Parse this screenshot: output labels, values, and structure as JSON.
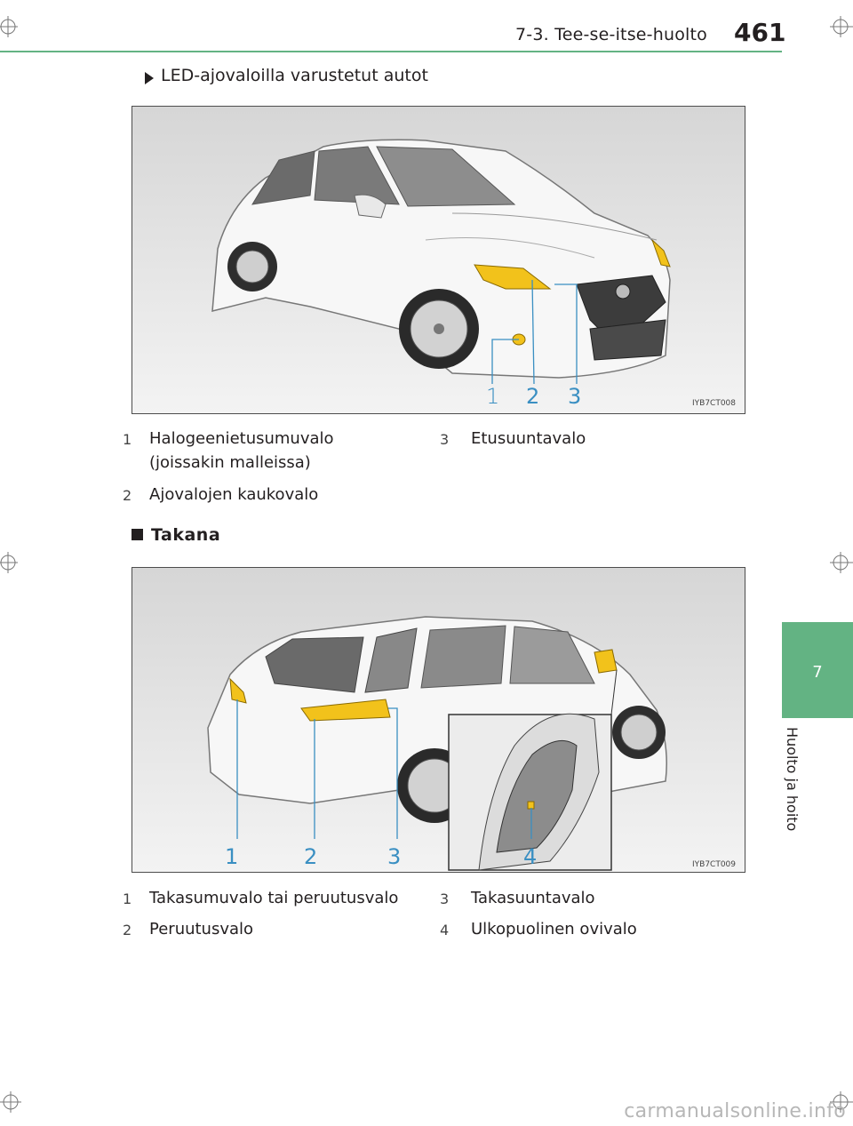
{
  "header": {
    "section": "7-3. Tee-se-itse-huolto",
    "page_number": "461"
  },
  "side_tab": {
    "chapter_number": "7",
    "chapter_title": "Huolto ja hoito"
  },
  "subheading": "LED-ajovaloilla varustetut autot",
  "figure1": {
    "code": "IYB7CT008",
    "callouts": [
      "1",
      "2",
      "3"
    ],
    "legend": [
      {
        "num": "1",
        "text_line1": "Halogeenietusumuvalo",
        "text_line2": "(joissakin malleissa)"
      },
      {
        "num": "2",
        "text_line1": "Ajovalojen kaukovalo"
      },
      {
        "num": "3",
        "text_line1": "Etusuuntavalo"
      }
    ]
  },
  "section_rear": {
    "title": "Takana"
  },
  "figure2": {
    "code": "IYB7CT009",
    "callouts": [
      "1",
      "2",
      "3",
      "4"
    ],
    "legend": [
      {
        "num": "1",
        "text": "Takasumuvalo tai peruutusvalo"
      },
      {
        "num": "2",
        "text": "Peruutusvalo"
      },
      {
        "num": "3",
        "text": "Takasuuntavalo"
      },
      {
        "num": "4",
        "text": "Ulkopuolinen ovivalo"
      }
    ]
  },
  "watermark": "carmanualsonline.info",
  "colors": {
    "accent": "#63b383",
    "callout": "#3a8fc2",
    "lamp": "#f2c21b"
  }
}
